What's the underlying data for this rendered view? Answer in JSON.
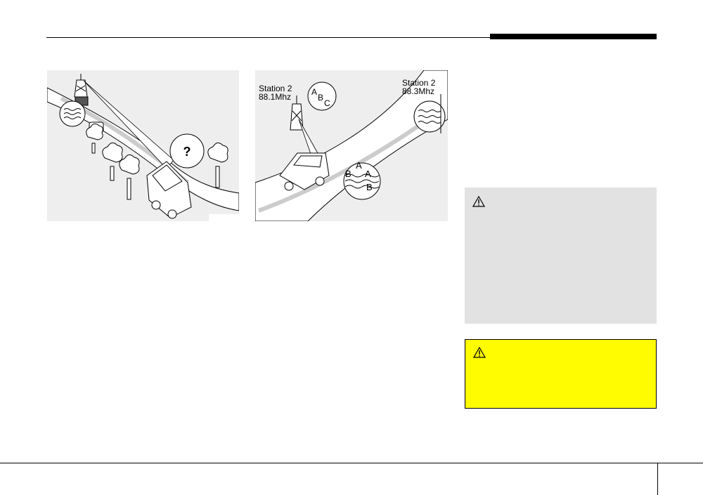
{
  "figures": {
    "multipath": {
      "bubble_symbol": "?"
    },
    "station_switch": {
      "left_station_name": "Station 2",
      "left_station_freq": "88.1Mhz",
      "right_station_name": "Station 2",
      "right_station_freq": "88.3Mhz",
      "bubble_letters": [
        "A",
        "B",
        "C"
      ],
      "interference_letters": [
        "A",
        "B",
        "A",
        "B"
      ]
    }
  },
  "boxes": {
    "warning": {
      "icon": "warning-triangle-icon",
      "color": "#e2e2e2"
    },
    "caution": {
      "icon": "warning-triangle-icon",
      "color": "#fffb00"
    }
  }
}
